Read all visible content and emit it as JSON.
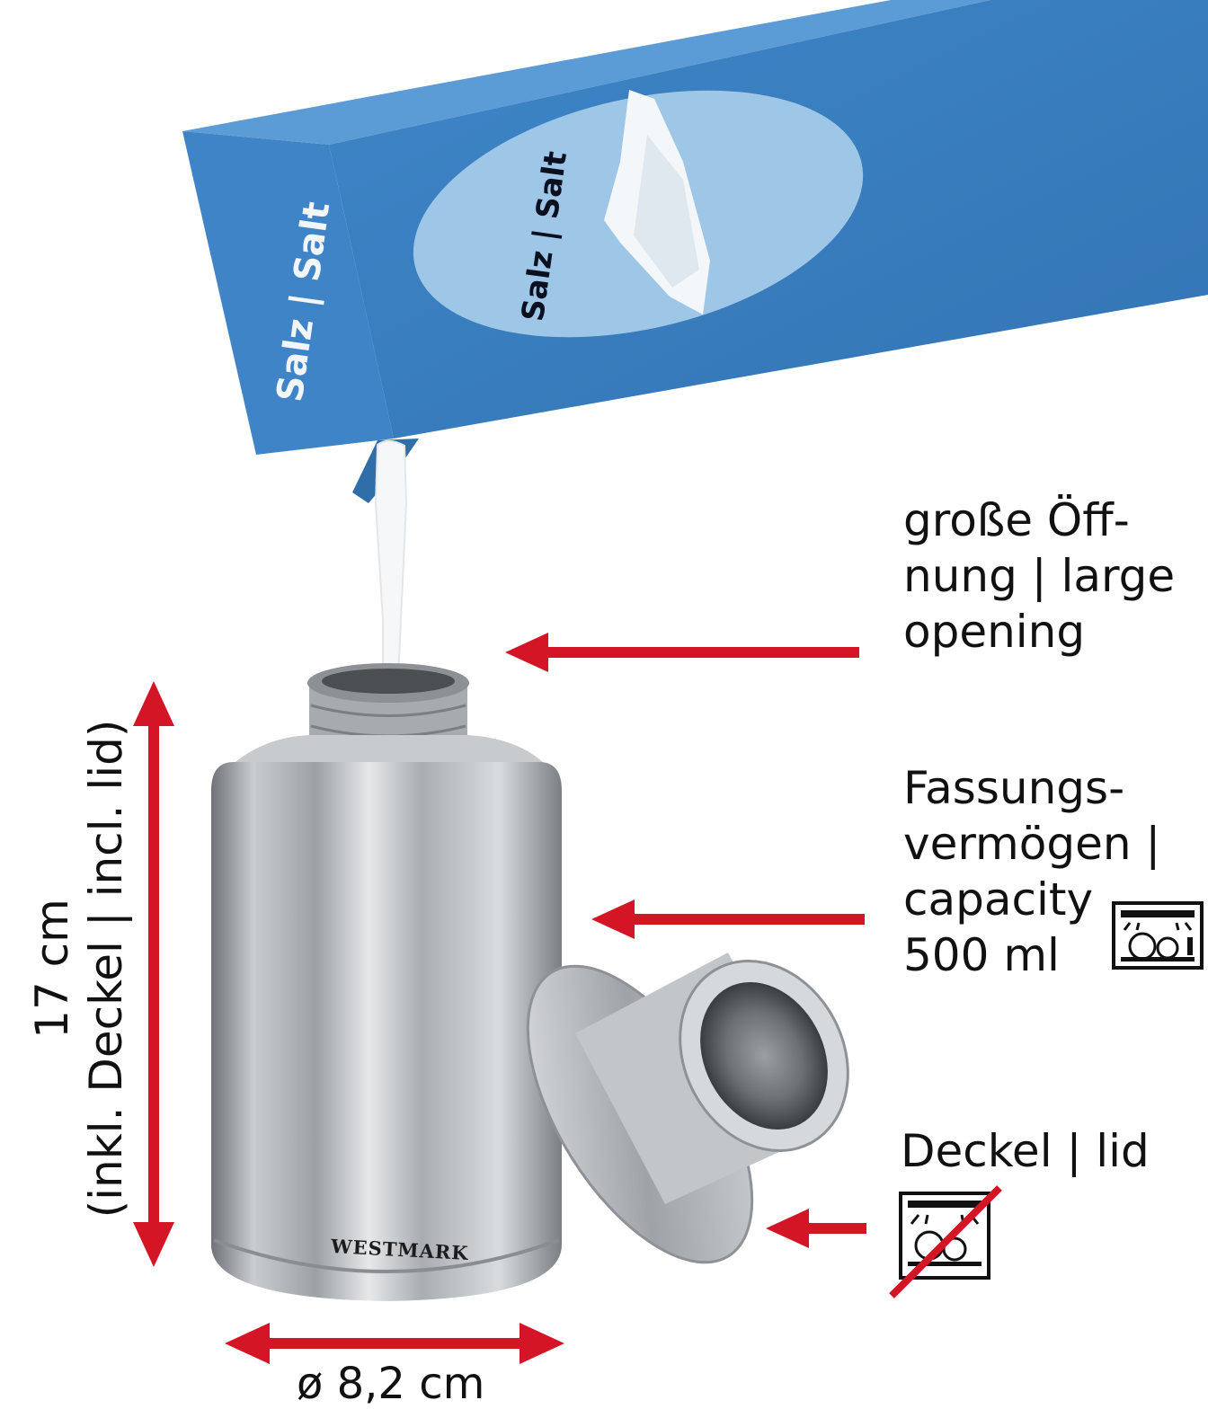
{
  "box": {
    "side_text": "Salz | Salt",
    "front_text": "Salz | Salt",
    "color": "#3b7fc0"
  },
  "product": {
    "brand": "WESTMARK"
  },
  "callouts": {
    "opening": [
      "große Öff-",
      "nung | large",
      "opening"
    ],
    "capacity": [
      "Fassungs-",
      "vermögen |",
      "capacity",
      "500 ml"
    ],
    "lid": [
      "Deckel | lid"
    ]
  },
  "dimensions": {
    "height_lines": [
      "17 cm",
      "(inkl. Deckel | incl. lid)"
    ],
    "diameter": "ø 8,2 cm"
  },
  "icons": {
    "capacity_icon": "dishwasher-safe-icon",
    "lid_icon": "not-dishwasher-safe-icon"
  },
  "colors": {
    "arrow": "#d31526",
    "steel": "#b8bcc0"
  }
}
